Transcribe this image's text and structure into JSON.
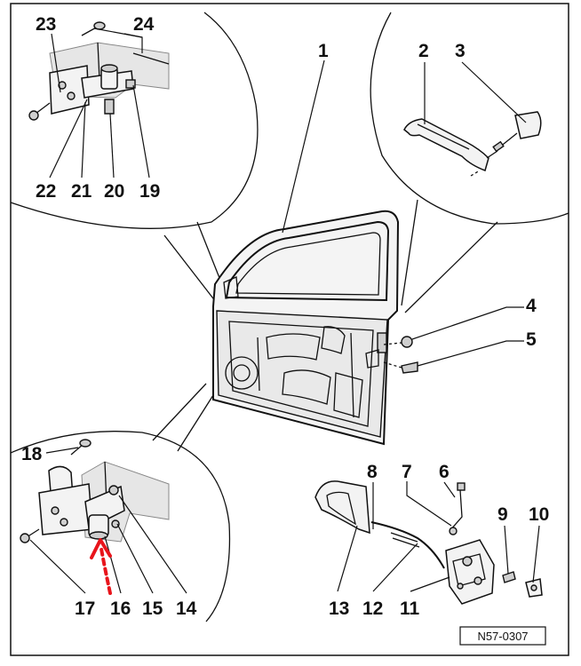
{
  "figure": {
    "reference_code": "N57-0307",
    "callouts": [
      "1",
      "2",
      "3",
      "4",
      "5",
      "6",
      "7",
      "8",
      "9",
      "10",
      "11",
      "12",
      "13",
      "14",
      "15",
      "16",
      "17",
      "18",
      "19",
      "20",
      "21",
      "22",
      "23",
      "24"
    ]
  },
  "colors": {
    "line": "#111111",
    "background": "#ffffff",
    "marker": "#e8141b"
  },
  "icons": {
    "marker": "red-dashed-arrow"
  }
}
